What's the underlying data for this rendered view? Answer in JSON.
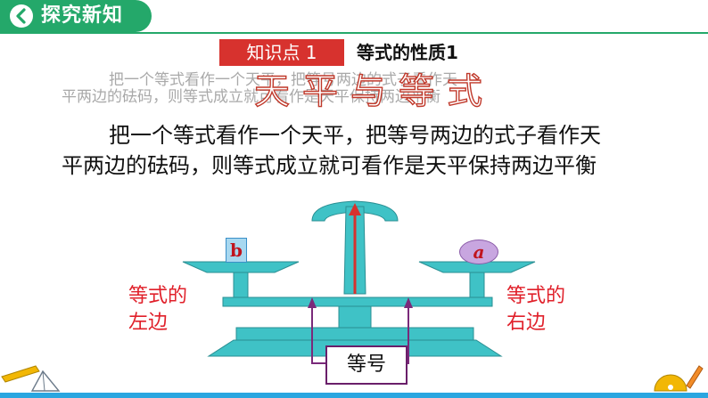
{
  "header": {
    "title": "探究新知"
  },
  "knowledge": {
    "badge": "知识点 1",
    "title": "等式的性质1"
  },
  "ghost_text": {
    "line1": "把一个等式看作一个天平，把等号两边的式子看作天",
    "line2": "平两边的砝码，则等式成立就可看作是天平保持两边平衡"
  },
  "big_title": "天平与等式",
  "body": {
    "line1": "把一个等式看作一个天平，把等号两边的式子看作天",
    "line2": "平两边的砝码，则等式成立就可看作是天平保持两边平衡"
  },
  "diagram": {
    "left_weight": "b",
    "right_weight": "a",
    "left_label_1": "等式的",
    "left_label_2": "左边",
    "right_label_1": "等式的",
    "right_label_2": "右边",
    "equal_sign_label": "等号"
  },
  "colors": {
    "header_green": "#24a86a",
    "badge_red": "#d7322e",
    "label_red": "#e0202a",
    "scale_teal": "#3fc2c6",
    "bottom_blue": "#2aa6e0"
  }
}
